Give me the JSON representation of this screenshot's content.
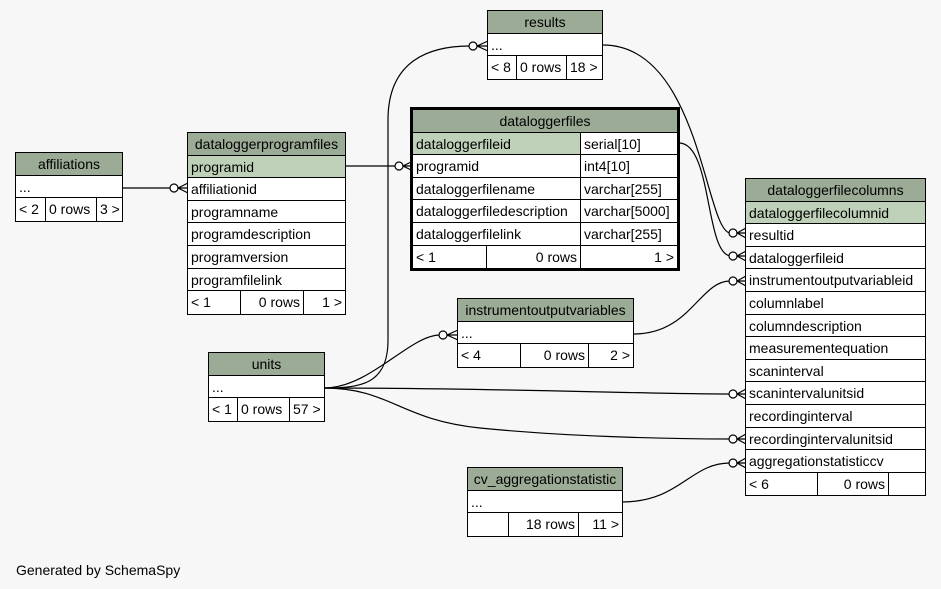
{
  "footer_text": "Generated by SchemaSpy",
  "tables": {
    "results": {
      "name": "results",
      "cols": [
        "..."
      ],
      "stats": [
        "< 8",
        "0 rows",
        "18 >"
      ]
    },
    "affiliations": {
      "name": "affiliations",
      "cols": [
        "..."
      ],
      "stats": [
        "< 2",
        "0 rows",
        "3 >"
      ]
    },
    "dataloggerprogramfiles": {
      "name": "dataloggerprogramfiles",
      "cols": [
        "programid",
        "affiliationid",
        "programname",
        "programdescription",
        "programversion",
        "programfilelink"
      ],
      "stats": [
        "< 1",
        "0 rows",
        "1 >"
      ]
    },
    "dataloggerfiles": {
      "name": "dataloggerfiles",
      "cols": [
        {
          "n": "dataloggerfileid",
          "t": "serial[10]"
        },
        {
          "n": "programid",
          "t": "int4[10]"
        },
        {
          "n": "dataloggerfilename",
          "t": "varchar[255]"
        },
        {
          "n": "dataloggerfiledescription",
          "t": "varchar[5000]"
        },
        {
          "n": "dataloggerfilelink",
          "t": "varchar[255]"
        }
      ],
      "stats": [
        "< 1",
        "0 rows",
        "1 >"
      ]
    },
    "dataloggerfilecolumns": {
      "name": "dataloggerfilecolumns",
      "cols": [
        "dataloggerfilecolumnid",
        "resultid",
        "dataloggerfileid",
        "instrumentoutputvariableid",
        "columnlabel",
        "columndescription",
        "measurementequation",
        "scaninterval",
        "scanintervalunitsid",
        "recordinginterval",
        "recordingintervalunitsid",
        "aggregationstatisticcv"
      ],
      "stats": [
        "< 6",
        "0 rows",
        ""
      ]
    },
    "instrumentoutputvariables": {
      "name": "instrumentoutputvariables",
      "cols": [
        "..."
      ],
      "stats": [
        "< 4",
        "0 rows",
        "2 >"
      ]
    },
    "units": {
      "name": "units",
      "cols": [
        "..."
      ],
      "stats": [
        "< 1",
        "0 rows",
        "57 >"
      ]
    },
    "cv_aggregationstatistic": {
      "name": "cv_aggregationstatistic",
      "cols": [
        "..."
      ],
      "stats": [
        "",
        "18 rows",
        "11 >"
      ]
    }
  }
}
